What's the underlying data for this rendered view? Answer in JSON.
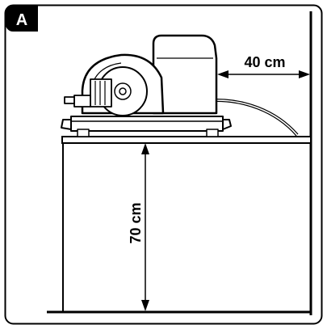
{
  "figure": {
    "tag": "A",
    "dimension_height": "70 cm",
    "dimension_clearance": "40 cm"
  },
  "colors": {
    "ink": "#000000",
    "paper": "#ffffff",
    "shade": "#e6e6e6"
  }
}
